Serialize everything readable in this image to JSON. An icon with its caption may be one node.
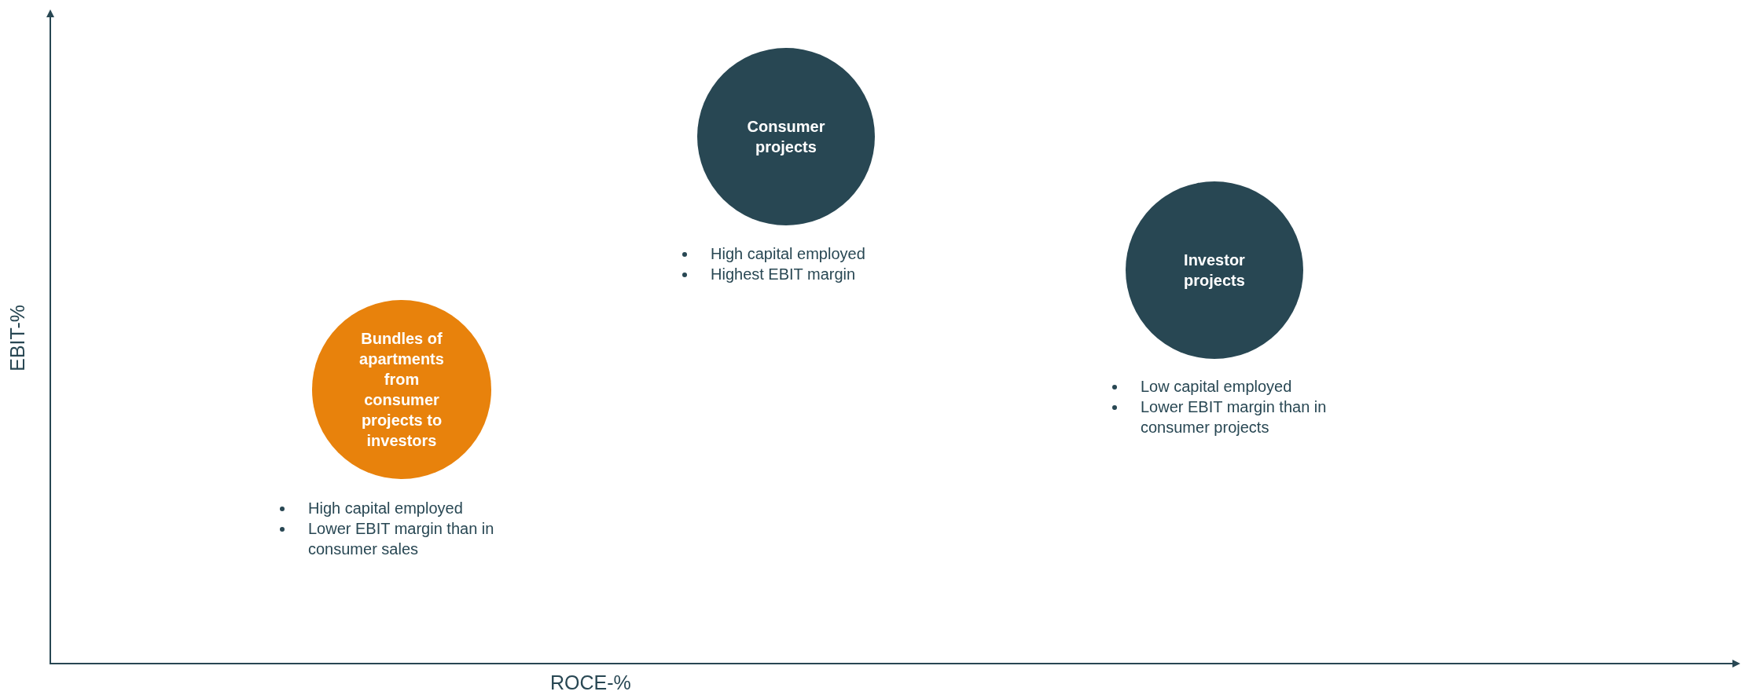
{
  "diagram": {
    "nodes": [
      {
        "text": [
          "Consumer projects"
        ],
        "beside": [
          "High capital employed",
          "Highest EBIT margin"
        ]
      },
      {
        "text": [
          "Investor projects"
        ],
        "beside": [
          "Low capital employed",
          "Lower EBIT margin than in consumer projects"
        ]
      },
      {
        "text": [
          "Bundles of apartments from consumer projects to investors"
        ],
        "beside": [
          "High capital employed",
          "Lower EBIT margin than in consumer sales"
        ]
      }
    ],
    "edges": [],
    "labels": [
      "EBIT-%",
      "ROCE-%"
    ]
  }
}
